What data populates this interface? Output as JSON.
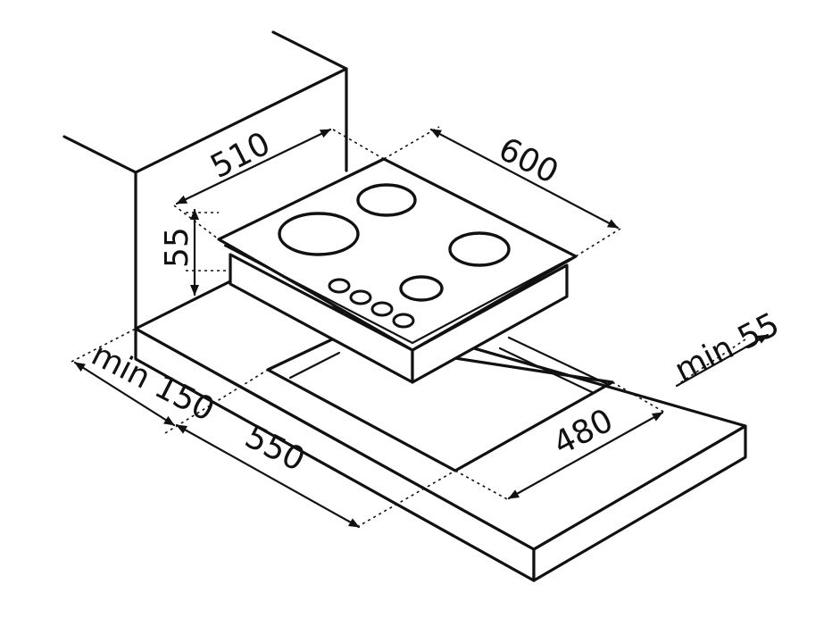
{
  "dimensions": {
    "width": "510",
    "depth": "600",
    "height": "55",
    "wall_clearance": "min 150",
    "side_clearance": "min 55",
    "cutout_width": "550",
    "cutout_depth": "480"
  },
  "colors": {
    "line": "#111111",
    "background": "#ffffff"
  }
}
